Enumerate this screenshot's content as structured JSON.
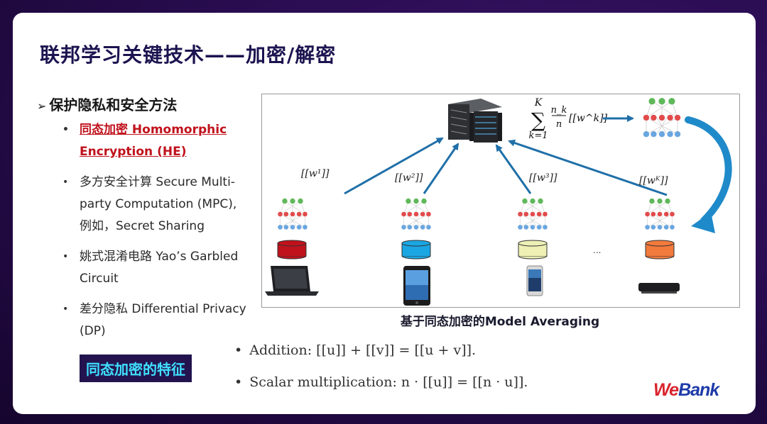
{
  "slide": {
    "title": "联邦学习关键技术——加密/解密",
    "section_heading": "保护隐私和安全方法",
    "bullets": [
      "同态加密 Homomorphic Encryption (HE)",
      "多方安全计算 Secure Multi-party Computation (MPC), 例如，Secret Sharing",
      "姚式混淆电路 Yao’s Garbled Circuit",
      "差分隐私 Differential Privacy (DP)"
    ],
    "figure_caption": "基于同态加密的Model Averaging",
    "he_label": "同态加密的特征",
    "formula_addition": "Addition: [[u]] + [[v]] = [[u + v]].",
    "formula_scalar": "Scalar multiplication: n · [[u]] = [[n · u]].",
    "logo": {
      "part1": "We",
      "part2": "Bank"
    }
  },
  "figure": {
    "sum_upper": "K",
    "sum_lower": "k=1",
    "frac_num": "n_k",
    "frac_den": "n",
    "sum_term": "[[w^k]]",
    "client_labels": [
      "[[w¹]]",
      "[[w²]]",
      "[[w³]]",
      "[[wᴷ]]"
    ],
    "ellipsis": "...",
    "db_colors": [
      "#c0121c",
      "#1aa6e3",
      "#eef0b4",
      "#f27a3c"
    ],
    "devices": [
      "laptop",
      "tablet",
      "phone",
      "set-top-box"
    ]
  },
  "icons": [
    "server-rack-icon",
    "neural-network-icon",
    "database-icon",
    "laptop-icon",
    "tablet-icon",
    "phone-icon",
    "set-top-box-icon"
  ],
  "colors": {
    "title": "#1c1450",
    "highlight": "#c0121c",
    "arrow": "#1f6fa8",
    "he_label_bg": "#23144f",
    "he_label_fg": "#3fe0ff"
  }
}
